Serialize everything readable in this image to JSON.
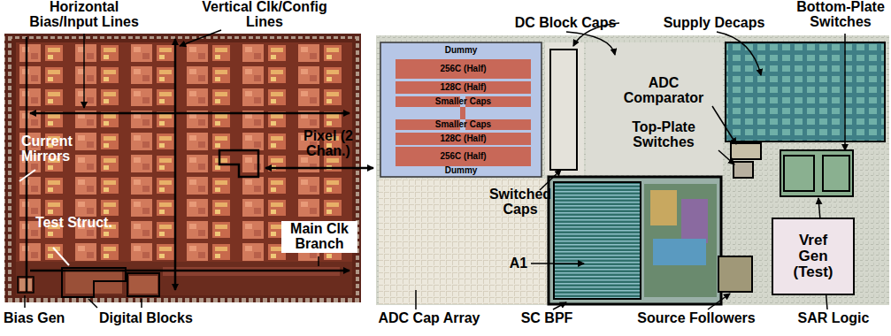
{
  "diagram": {
    "nodes": [
      {
        "text": [
          "256C (Half)"
        ]
      },
      {
        "text": [
          "128C (Half)"
        ]
      },
      {
        "text": [
          "128C (Half)"
        ]
      },
      {
        "text": [
          "256C (Half)"
        ]
      },
      {
        "text": [
          "Vref Gen (Test)"
        ]
      }
    ],
    "labels": [
      "Horizontal Bias/Input Lines",
      "Vertical Clk/Config Lines",
      "Current Mirrors",
      "Main Clk Branch",
      "Test Struct.",
      "Bias Gen",
      "Digital Blocks",
      "Pixel (2 Chan.)",
      "DC Block Caps",
      "Supply Decaps",
      "Bottom-Plate Switches",
      "Dummy",
      "Smaller Caps",
      "Smaller Caps",
      "Dummy",
      "ADC Comparator",
      "Top-Plate Switches",
      "Switched Caps",
      "A1",
      "ADC Cap Array",
      "SC BPF",
      "Source Followers",
      "SAR Logic"
    ]
  }
}
